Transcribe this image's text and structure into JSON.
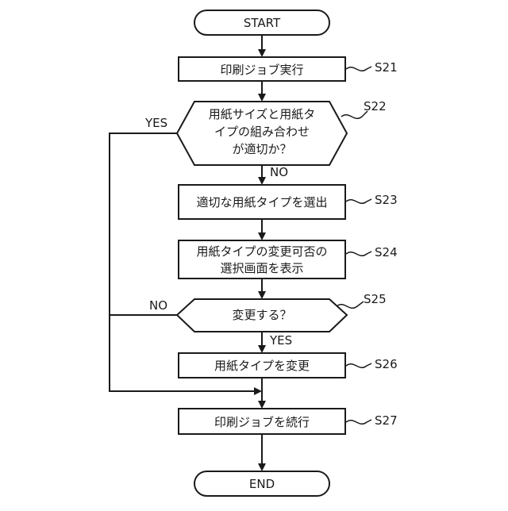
{
  "start": "START",
  "end": "END",
  "steps": {
    "s21": {
      "id": "S21",
      "text": "印刷ジョブ実行"
    },
    "s22": {
      "id": "S22",
      "lines": [
        "用紙サイズと用紙タ",
        "イプの組み合わせ",
        "が適切か？"
      ]
    },
    "s23": {
      "id": "S23",
      "text": "適切な用紙タイプを選出"
    },
    "s24": {
      "id": "S24",
      "lines": [
        "用紙タイプの変更可否の",
        "選択画面を表示"
      ]
    },
    "s25": {
      "id": "S25",
      "text": "変更する？"
    },
    "s26": {
      "id": "S26",
      "text": "用紙タイプを変更"
    },
    "s27": {
      "id": "S27",
      "text": "印刷ジョブを続行"
    }
  },
  "branches": {
    "s22_yes": "YES",
    "s22_no": "NO",
    "s25_no": "NO",
    "s25_yes": "YES"
  }
}
